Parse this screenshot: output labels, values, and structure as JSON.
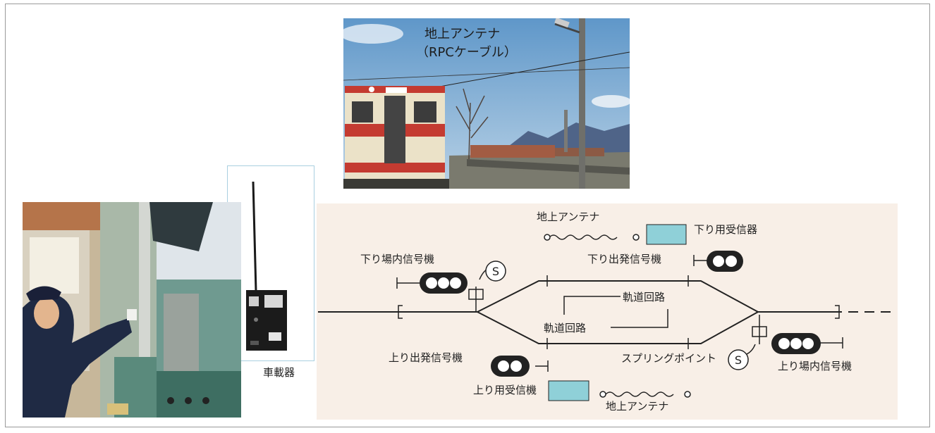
{
  "photo_caption": {
    "line1": "地上アンテナ",
    "line2": "（RPCケーブル）"
  },
  "device_label": "車載器",
  "diagram": {
    "labels": {
      "antenna_top": "地上アンテナ",
      "receiver_down": "下り用受信器",
      "signal_down_home": "下り場内信号機",
      "signal_down_depart": "下り出発信号機",
      "track_circuit_upper": "軌道回路",
      "track_circuit_lower": "軌道回路",
      "signal_up_depart": "上り出発信号機",
      "spring_point": "スプリングポイント",
      "signal_up_home": "上り場内信号機",
      "receiver_up": "上り用受信機",
      "antenna_bottom": "地上アンテナ",
      "switch_left": "S",
      "switch_right": "S"
    }
  },
  "colors": {
    "diagram_bg": "#f8efe7",
    "receiver_box": "#8fd0d8",
    "signal_body": "#222222",
    "line": "#222222"
  }
}
